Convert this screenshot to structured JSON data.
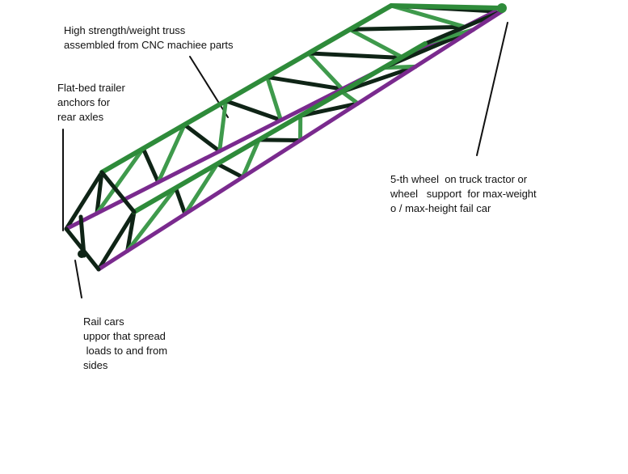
{
  "labels": {
    "truss": [
      "High strength/weight truss",
      "assembled from CNC machiee parts"
    ],
    "anchors": [
      "Flat-bed trailer",
      "anchors for",
      "rear axles"
    ],
    "wheel": [
      "5-th wheel  on truck tractor or",
      "wheel   support  for max-weight",
      "o / max-height fail car"
    ],
    "rail": [
      "Rail cars",
      "uppor that spread",
      " loads to and from",
      "sides"
    ]
  },
  "colors": {
    "top_chord": "#2e8b3a",
    "bottom_chord": "#7a2a8e",
    "web_dark": "#0f2416",
    "web_light": "#3f9a4c",
    "leader": "#111111",
    "text": "#111111"
  }
}
